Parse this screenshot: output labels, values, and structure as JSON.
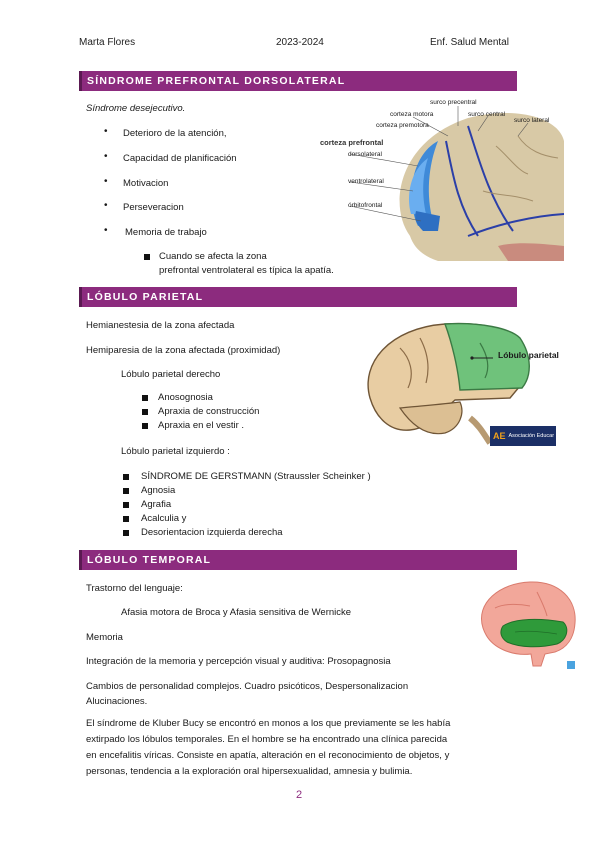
{
  "header": {
    "author": "Marta Flores",
    "year": "2023-2024",
    "subject": "Enf. Salud Mental"
  },
  "section1": {
    "title": "SÍNDROME PREFRONTAL DORSOLATERAL",
    "subtitle": "Síndrome desejecutivo.",
    "bullets": [
      "Deterioro de la atención,",
      "Capacidad de planificación",
      "Motivacion",
      "Perseveracion",
      "Memoria de trabajo"
    ],
    "note_line1": "Cuando se afecta la zona",
    "note_line2": "prefrontal  ventrolateral  es típica la apatía.",
    "figure": {
      "surco_precentral": "surco precentral",
      "corteza_motora": "corteza motora",
      "surco_central": "surco central",
      "surco_lateral": "surco lateral",
      "corteza_premotora": "corteza premotora",
      "corteza_prefrontal": "corteza prefrontal",
      "dorsolateral": "dorsolateral",
      "ventrolateral": "ventrolateral",
      "orbitofrontal": "órbitofrontal"
    }
  },
  "section2": {
    "title": "LÓBULO PARIETAL",
    "line1": "Hemianestesia de la zona afectada",
    "line2": "Hemiparesia de la zona afectada  (proximidad)",
    "right_title": "Lóbulo parietal derecho",
    "right_items": [
      "Anosognosia",
      "Apraxia de construcción",
      "Apraxia en el vestir ."
    ],
    "left_title": "Lóbulo parietal izquierdo :",
    "left_items": [
      "SÍNDROME DE GERSTMANN (Straussler Scheinker )",
      "Agnosia",
      "Agrafia",
      "Acalculia y",
      "Desorientacion izquierda derecha"
    ],
    "figure": {
      "label": "Lóbulo parietal",
      "logo_text": "Asociación Educar",
      "logo_mark": "AE"
    }
  },
  "section3": {
    "title": "LÓBULO TEMPORAL",
    "line1": "Trastorno del lenguaje:",
    "line2": "Afasia motora de Broca y Afasia sensitiva de Wernicke",
    "line3": "Memoria",
    "line4": "Integración de la memoria y percepción visual  y auditiva:  Prosopagnosia",
    "line5a": "Cambios de personalidad complejos.  Cuadro psicóticos, Despersonalizacion",
    "line5b": "Alucinaciones.",
    "para": [
      "El síndrome de Kluber Bucy se encontró en monos a los que previamente se les había",
      "extirpado los lóbulos temporales. En el hombre se ha encontrado una clínica parecida",
      "en encefalitis víricas. Consiste en apatía, alteración en el reconocimiento de objetos, y",
      "personas, tendencia a la exploración oral hipersexualidad, amnesia y bulimia."
    ]
  },
  "footer": {
    "page": "2"
  }
}
